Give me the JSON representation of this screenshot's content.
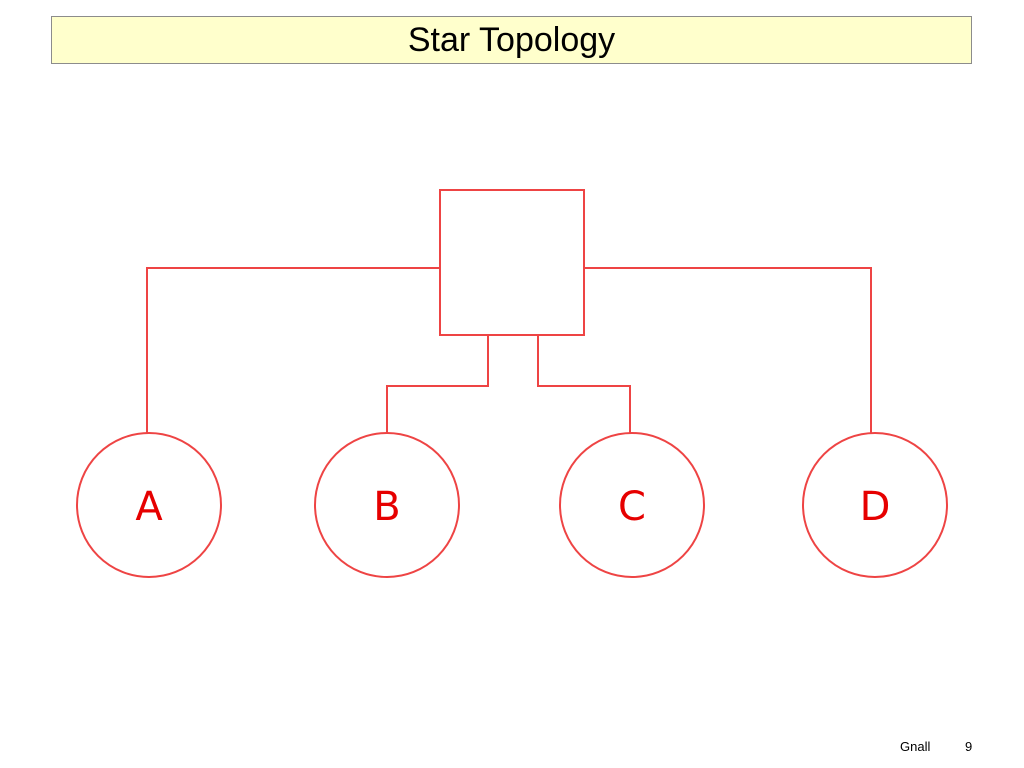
{
  "title": "Star Topology",
  "diagram": {
    "hub": {
      "label": ""
    },
    "nodes": [
      {
        "label": "A"
      },
      {
        "label": "B"
      },
      {
        "label": "C"
      },
      {
        "label": "D"
      }
    ],
    "line_color": "#ee4444",
    "label_color": "#e60000"
  },
  "footer": {
    "author": "Gnall",
    "page_number": "9"
  }
}
